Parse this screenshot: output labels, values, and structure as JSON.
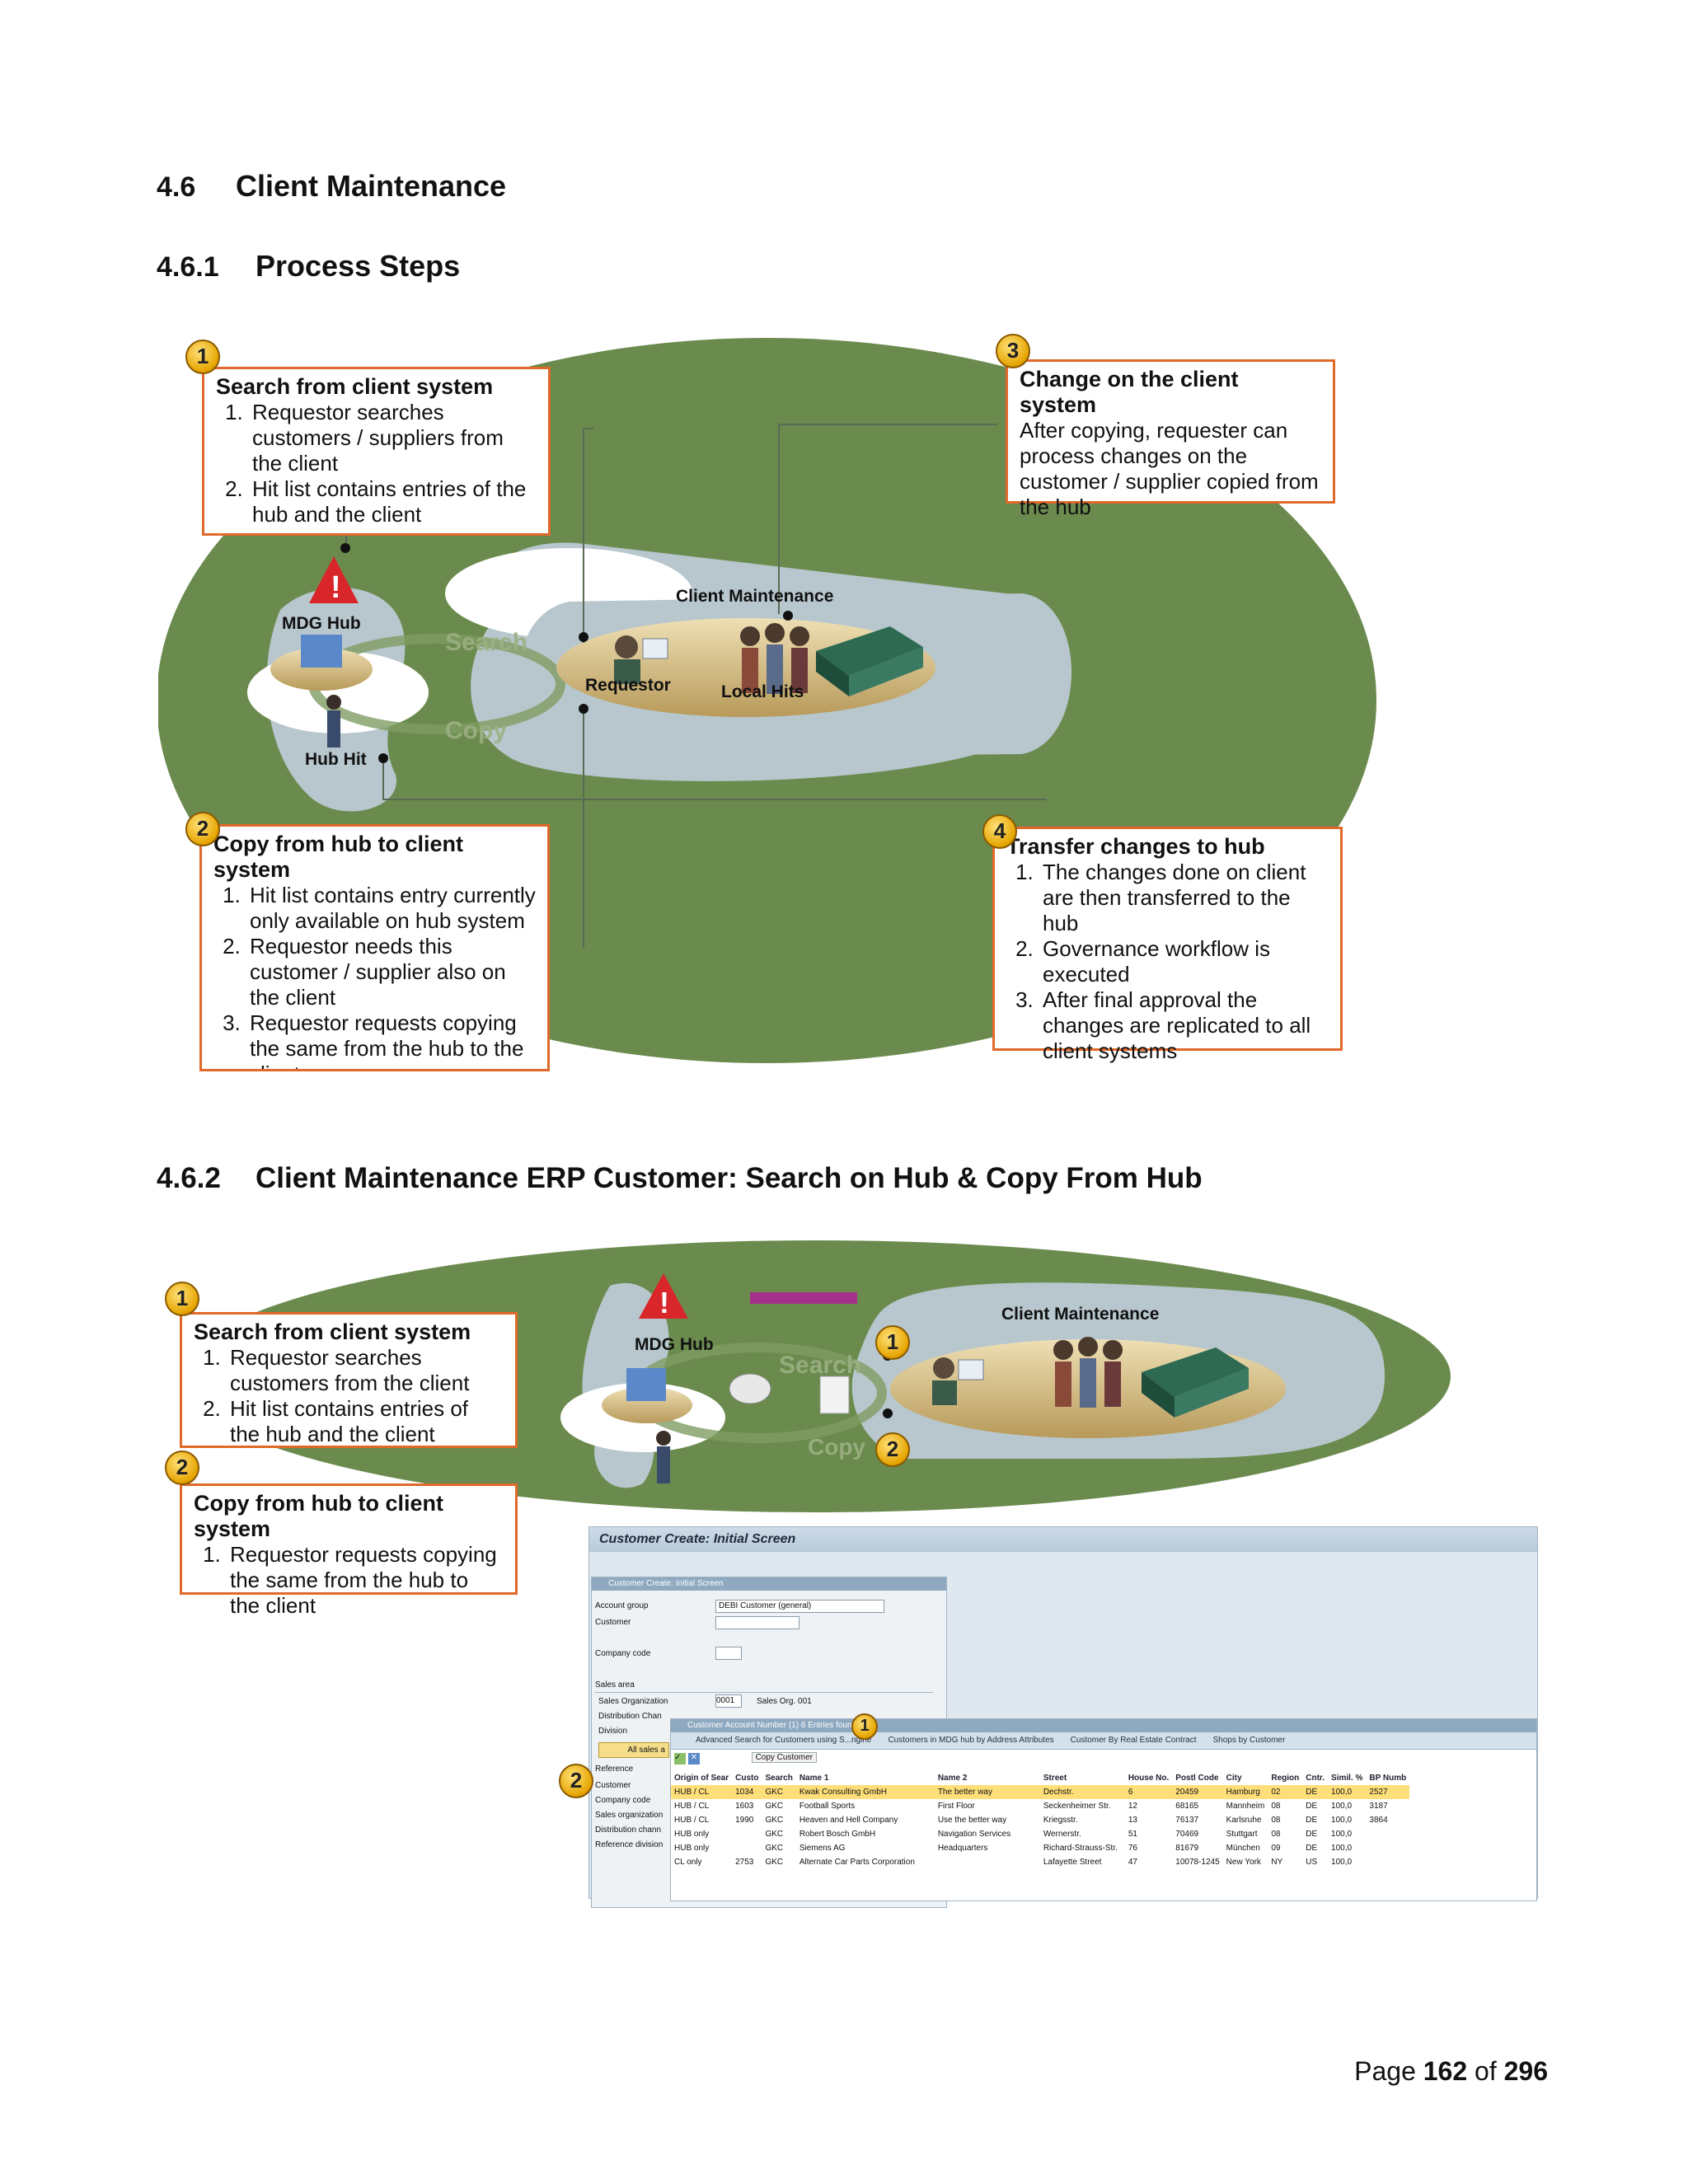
{
  "section": {
    "number": "4.6",
    "title": "Client Maintenance"
  },
  "sub1": {
    "number": "4.6.1",
    "title": "Process Steps"
  },
  "sub2": {
    "number": "4.6.2",
    "title": "Client Maintenance ERP Customer: Search on Hub & Copy From Hub"
  },
  "diagram1": {
    "labels": {
      "client_maintenance": "Client Maintenance",
      "mdg_hub": "MDG Hub",
      "requestor": "Requestor",
      "local_hits": "Local Hits",
      "hub_hit": "Hub Hit",
      "search": "Search",
      "copy": "Copy"
    },
    "step1": {
      "badge": "1",
      "title": "Search from client system",
      "items": [
        "Requestor searches customers / suppliers from the client",
        "Hit list contains entries of the hub and the client"
      ]
    },
    "step2": {
      "badge": "2",
      "title": "Copy from hub to client system",
      "items": [
        "Hit list contains entry currently only available on hub system",
        "Requestor needs this customer / supplier also on the client",
        "Requestor requests copying the same from the hub to the client"
      ]
    },
    "step3": {
      "badge": "3",
      "title": "Change on the client system",
      "text": "After copying, requester can process changes on the customer / supplier copied from the hub"
    },
    "step4": {
      "badge": "4",
      "title": "Transfer changes to hub",
      "items": [
        "The changes done on client are then transferred to the hub",
        "Governance workflow is executed",
        "After final approval the changes are replicated to all client systems"
      ]
    }
  },
  "diagram2": {
    "labels": {
      "client_maintenance": "Client Maintenance",
      "mdg_hub": "MDG Hub",
      "search": "Search",
      "copy": "Copy"
    },
    "step1": {
      "badge": "1",
      "title": "Search from client system",
      "items": [
        "Requestor searches customers from the client",
        "Hit list contains entries of the hub and the client"
      ]
    },
    "step2": {
      "badge": "2",
      "title": "Copy from hub to client system",
      "items": [
        "Requestor requests copying the same from the hub to the client"
      ]
    },
    "markers": [
      "1",
      "2",
      "1",
      "2"
    ]
  },
  "sap": {
    "window_title": "Customer Create: Initial Screen",
    "popup_title": "Customer Create: Initial Screen",
    "fields": [
      {
        "label": "Account group",
        "value": "DEBI Customer (general)"
      },
      {
        "label": "Customer",
        "value": ""
      },
      {
        "label": "Company code",
        "value": ""
      }
    ],
    "sales_area": "Sales area",
    "sales_org_label": "Sales Organization",
    "sales_org_value": "0001",
    "sales_org_text": "Sales Org. 001",
    "distr_label": "Distribution Chan",
    "division_label": "Division",
    "all_sales": "All sales a",
    "ref_labels": [
      "Reference",
      "Customer",
      "Company code",
      "Sales organization",
      "Distribution chann",
      "Reference division"
    ],
    "hitlist_title": "Customer Account Number (1)   6 Entries found",
    "tabs": [
      "Advanced Search for Customers using S...ngine",
      "Customers in MDG hub by Address Attributes",
      "Customer By Real Estate Contract",
      "Shops by Customer"
    ],
    "copy_button": "Copy Customer",
    "columns": [
      "Origin of Sear",
      "Custo",
      "Search",
      "Name 1",
      "Name 2",
      "Street",
      "House No.",
      "Postl Code",
      "City",
      "Region",
      "Cntr.",
      "Simil. %",
      "BP Numb"
    ],
    "rows": [
      [
        "HUB / CL",
        "1034",
        "GKC",
        "Kwak Consulting GmbH",
        "The better way",
        "Dechstr.",
        "6",
        "20459",
        "Hamburg",
        "02",
        "DE",
        "100,0",
        "2527"
      ],
      [
        "HUB / CL",
        "1603",
        "GKC",
        "Football Sports",
        "First Floor",
        "Seckenheimer Str.",
        "12",
        "68165",
        "Mannheim",
        "08",
        "DE",
        "100,0",
        "3187"
      ],
      [
        "HUB / CL",
        "1990",
        "GKC",
        "Heaven and Hell Company",
        "Use the better way",
        "Kriegsstr.",
        "13",
        "76137",
        "Karlsruhe",
        "08",
        "DE",
        "100,0",
        "3864"
      ],
      [
        "HUB only",
        "",
        "GKC",
        "Robert Bosch GmbH",
        "Navigation Services",
        "Wernerstr.",
        "51",
        "70469",
        "Stuttgart",
        "08",
        "DE",
        "100,0",
        ""
      ],
      [
        "HUB only",
        "",
        "GKC",
        "Siemens AG",
        "Headquarters",
        "Richard-Strauss-Str.",
        "76",
        "81679",
        "München",
        "09",
        "DE",
        "100,0",
        ""
      ],
      [
        "CL only",
        "2753",
        "GKC",
        "Alternate Car Parts Corporation",
        "",
        "Lafayette Street",
        "47",
        "10078-1245",
        "New York",
        "NY",
        "US",
        "100,0",
        ""
      ]
    ]
  },
  "footer": {
    "prefix": "Page ",
    "current": "162",
    "middle": " of ",
    "total": "296"
  }
}
